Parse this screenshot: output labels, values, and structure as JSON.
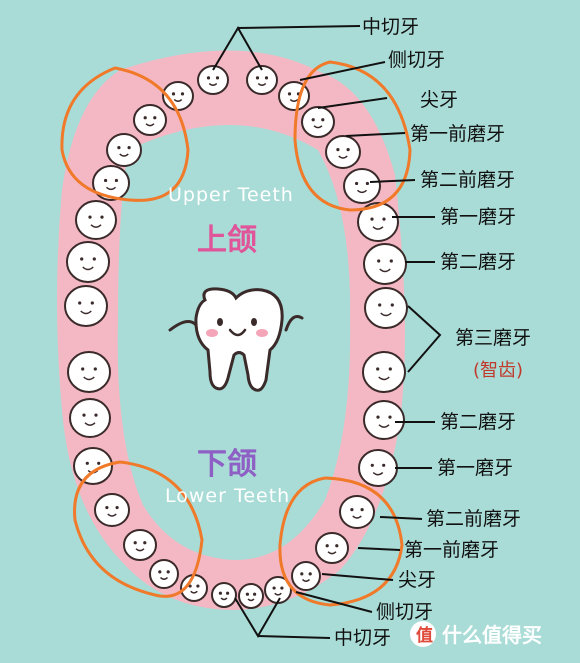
{
  "upper": {
    "title_en": "Upper Teeth",
    "title_zh": "上颌",
    "labels": {
      "central_incisor": "中切牙",
      "lateral_incisor": "侧切牙",
      "canine": "尖牙",
      "first_premolar": "第一前磨牙",
      "second_premolar": "第二前磨牙",
      "first_molar": "第一磨牙",
      "second_molar": "第二磨牙"
    }
  },
  "third_molar": {
    "label": "第三磨牙",
    "note": "(智齿)"
  },
  "lower": {
    "title_en": "Lower Teeth",
    "title_zh": "下颌",
    "labels": {
      "second_molar": "第二磨牙",
      "first_molar": "第一磨牙",
      "second_premolar": "第二前磨牙",
      "first_premolar": "第一前磨牙",
      "canine": "尖牙",
      "lateral_incisor": "侧切牙",
      "central_incisor": "中切牙"
    }
  },
  "watermark": {
    "text": "什么值得买"
  },
  "colors": {
    "background": "#a9dcd6",
    "gum": "#f4b8c4",
    "tooth": "#ffffff",
    "tooth_outline": "#3a2a2a",
    "highlight_circle": "#f07a2a",
    "upper_zh": "#e0559a",
    "lower_zh": "#8e5fc4",
    "third_molar_note": "#c0392b"
  },
  "icons": [
    "tooth-mascot-icon",
    "zhi-logo-icon"
  ]
}
